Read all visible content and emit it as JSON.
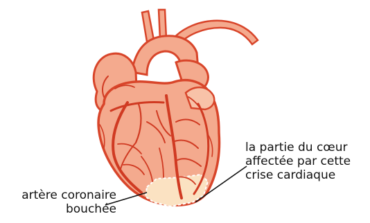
{
  "labels": {
    "affected_area": {
      "lines": [
        "la partie du cœur",
        "affectée par cette",
        "crise cardiaque"
      ]
    },
    "blocked_artery": {
      "lines": [
        "artère coronaire",
        "bouchée"
      ]
    }
  },
  "colors": {
    "heart_fill": "#f4aa8e",
    "heart_fill_light": "#f8c2a8",
    "heart_outline": "#d8452a",
    "vessel": "#d03a22",
    "infarct_fill": "#fbe2c2",
    "infarct_border": "#ffffff",
    "leader_line": "#111111"
  },
  "icons": [
    "heart-illustration"
  ]
}
